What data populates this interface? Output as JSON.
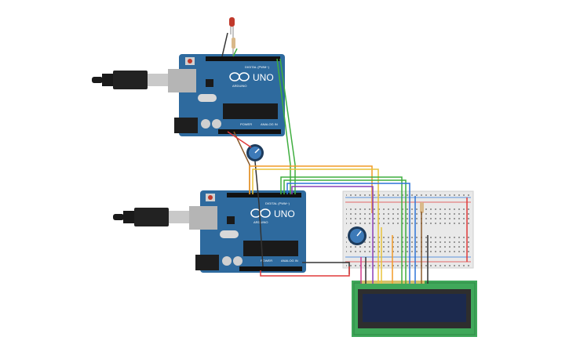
{
  "circuit": {
    "boards": [
      {
        "name": "arduino-top",
        "logo": "UNO",
        "brand": "ARDUINO",
        "digital_label": "DIGITAL (PWM~)",
        "power_label": "POWER",
        "analog_label": "ANALOG IN"
      },
      {
        "name": "arduino-bottom",
        "logo": "UNO",
        "brand": "ARDUINO",
        "digital_label": "DIGITAL (PWM~)",
        "power_label": "POWER",
        "analog_label": "ANALOG IN"
      }
    ],
    "components": [
      "led",
      "resistor",
      "potentiometer",
      "potentiometer",
      "resistor",
      "breadboard",
      "lcd-16x2",
      "usb-cable",
      "usb-cable"
    ],
    "colors": {
      "board": "#2e6a9e",
      "board_dark": "#1f4f78",
      "breadboard": "#e9e9e9",
      "lcd_pcb": "#3fa85a",
      "lcd_screen": "#1c2a4e",
      "wire_red": "#e03a3a",
      "wire_black": "#333333",
      "wire_yellow": "#e8c23a",
      "wire_orange": "#f29a27",
      "wire_green": "#3fae3f",
      "wire_blue": "#2d74d8",
      "wire_purple": "#8a3fb5",
      "wire_magenta": "#d23a8c",
      "wire_brown": "#8a5a2b"
    }
  }
}
